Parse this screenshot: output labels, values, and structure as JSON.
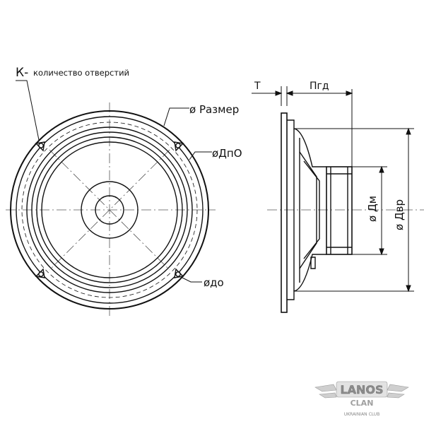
{
  "labels": {
    "holes_prefix": "К-",
    "holes_text": "количество отверстий",
    "size": "ø Размер",
    "dpo": "øДпО",
    "do": "øдо",
    "t": "Т",
    "pgd": "Пгд",
    "dm": "ø Дм",
    "dvr": "ø Двр"
  },
  "logo": {
    "main": "LANOS",
    "sub": "CLAN",
    "tagline": "UKRAINIAN CLUB"
  },
  "colors": {
    "line": "#111111",
    "centerline": "#555555"
  }
}
